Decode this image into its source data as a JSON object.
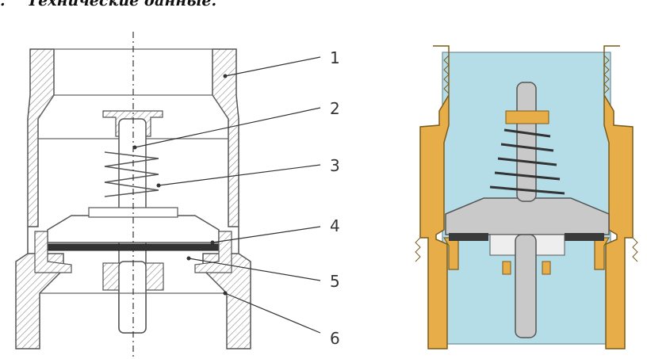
{
  "title": {
    "number": ".",
    "text": "Технические данные."
  },
  "callouts": [
    "1",
    "2",
    "3",
    "4",
    "5",
    "6"
  ],
  "colors": {
    "brass": "#e6ad48",
    "water": "#b5dde8",
    "metal": "#c9c9c9",
    "seal": "#3a3a3a",
    "outline": "#555555"
  }
}
